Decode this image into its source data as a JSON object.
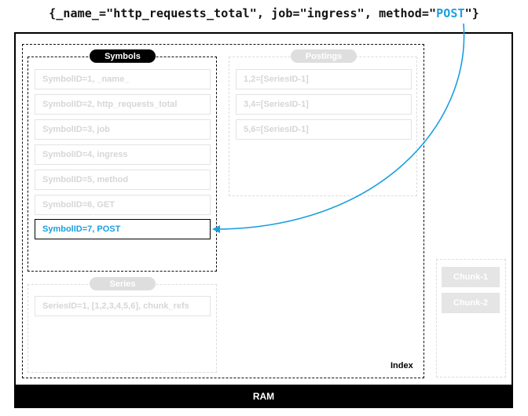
{
  "query": {
    "prefix": "{_name_=\"http_requests_total\", job=\"ingress\", method=\"",
    "highlight": "POST",
    "suffix": "\"}"
  },
  "ram": {
    "label": "RAM"
  },
  "index": {
    "label": "Index",
    "symbols": {
      "title": "Symbols",
      "items": [
        "SymbolID=1, _name_",
        "SymbolID=2, http_requests_total",
        "SymbolID=3, job",
        "SymbolID=4, ingress",
        "SymbolID=5, method",
        "SymbolID=6, GET",
        "SymbolID=7, POST"
      ]
    },
    "postings": {
      "title": "Postings",
      "items": [
        "1,2=[SeriesID-1]",
        "3,4=[SeriesID-1]",
        "5,6=[SeriesID-1]"
      ]
    },
    "series": {
      "title": "Series",
      "items": [
        "SeriesID=1, [1,2,3,4,5,6], chunk_refs"
      ]
    }
  },
  "chunks": {
    "items": [
      "Chunk-1",
      "Chunk-2"
    ]
  },
  "colors": {
    "accent": "#1a9fe0",
    "muted": "#d6d6d6",
    "dark": "#000000"
  }
}
